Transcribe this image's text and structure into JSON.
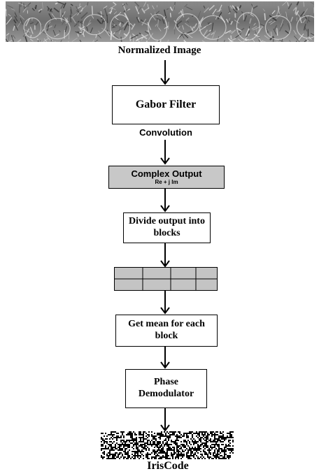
{
  "diagram": {
    "normalized_image_label": "Normalized Image",
    "gabor_filter_label": "Gabor Filter",
    "convolution_label": "Convolution",
    "complex_output_label": "Complex Output",
    "complex_output_formula": "Re + j Im",
    "divide_blocks_label": "Divide output into blocks",
    "mean_block_label": "Get mean for each block",
    "phase_demod_label": "Phase Demodulator",
    "iriscode_label": "IrisCode"
  },
  "colors": {
    "complex_output_fill": "#c8c8c8",
    "grid_fill": "#c4c4c4",
    "stroke": "#000000"
  }
}
